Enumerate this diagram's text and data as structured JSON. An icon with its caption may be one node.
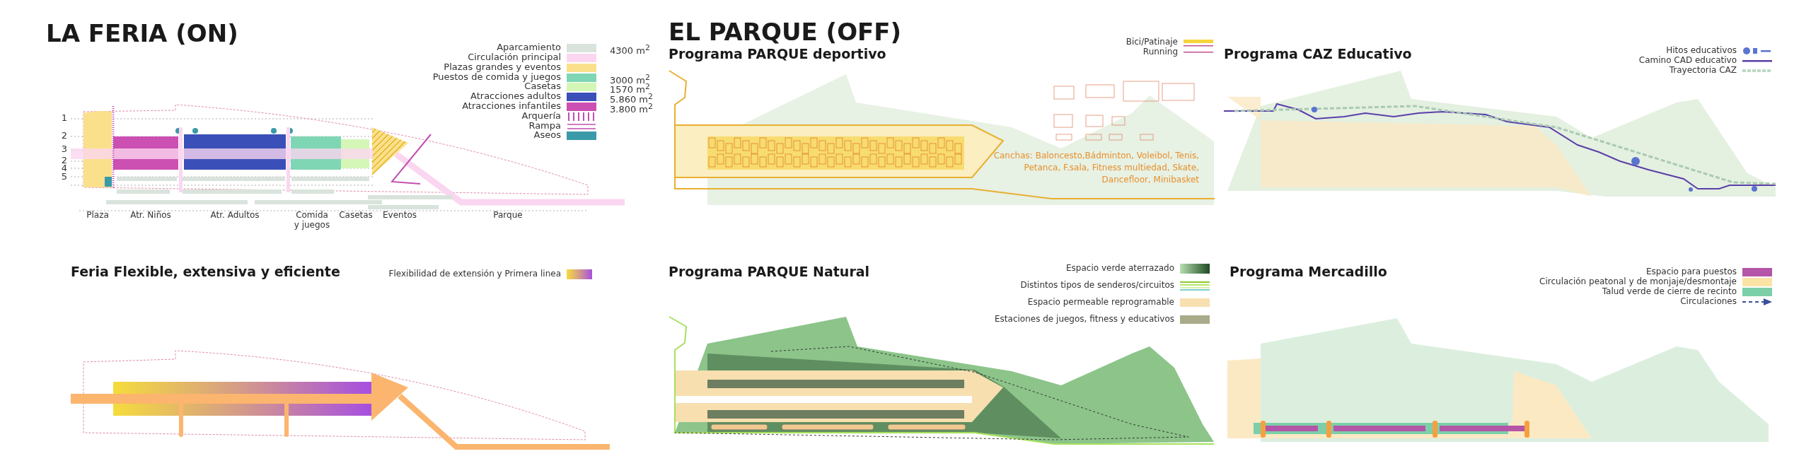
{
  "diagram": {
    "labels": [
      "LA FERIA (ON)",
      "4300 m$^{2}$",
      "3000 m$^{2}$",
      "1570 m$^{2}$",
      "5.860 m$^{2}$",
      "3.800 m$^{2}$",
      "1",
      "2",
      "3",
      "2",
      "4",
      "5",
      "Plaza",
      "Atr. Niños",
      "Atr. Adultos",
      "Comida y juegos",
      "Casetas",
      "Eventos",
      "Parque",
      "Feria Flexible, extensiva y eficiente",
      "EL PARQUE (OFF)",
      "Programa PARQUE deportivo",
      "Canchas: Baloncesto,Bádminton, Voleibol, Tenis, Petanca, F.sala, Fitness multiedad, Skate, Dancefloor, Minibasket",
      "Programa CAZ Educativo",
      "Programa PARQUE Natural",
      "Programa Mercadillo"
    ],
    "legend": [
      {
        "text": "Aparcamiento",
        "color": "#d9e3dc"
      },
      {
        "text": "Circulación principal",
        "color": "#fbd6f0"
      },
      {
        "text": "Plazas grandes y eventos",
        "color": "#fbe08c"
      },
      {
        "text": "Puestos de comida y juegos",
        "color": "#7fd6b4"
      },
      {
        "text": "Casetas",
        "color": "#d4f7b8"
      },
      {
        "text": "Atracciones adultos",
        "color": "#3a4fb8"
      },
      {
        "text": "Atracciones infantiles",
        "color": "#cc4fb2"
      },
      {
        "text": "Arquería"
      },
      {
        "text": "Rampa"
      },
      {
        "text": "Aseos",
        "color": "#3b9aa8"
      },
      {
        "text": "Flexibilidad de  extensión y Primera linea"
      },
      {
        "text": "Bici/Patinaje"
      },
      {
        "text": "Running"
      },
      {
        "text": "Hitos educativos"
      },
      {
        "text": "Camino CAD educativo"
      },
      {
        "text": "Trayectoria CAZ"
      },
      {
        "text": "Espacio verde aterrazado"
      },
      {
        "text": "Distintos tipos de senderos/circuitos"
      },
      {
        "text": "Espacio permeable reprogramable",
        "color": "#f7dfb0"
      },
      {
        "text": "Estaciones de juegos, fitness y educativos",
        "color": "#a9ab8a"
      },
      {
        "text": "Espacio para puestos",
        "color": "#b455a8"
      },
      {
        "text": "Circulación peatonal y de monjaje/desmontaje",
        "color": "#fbe3a6"
      },
      {
        "text": "Talud verde de cierre de recinto",
        "color": "#7ccfa8"
      },
      {
        "text": "Circulaciones"
      }
    ]
  }
}
